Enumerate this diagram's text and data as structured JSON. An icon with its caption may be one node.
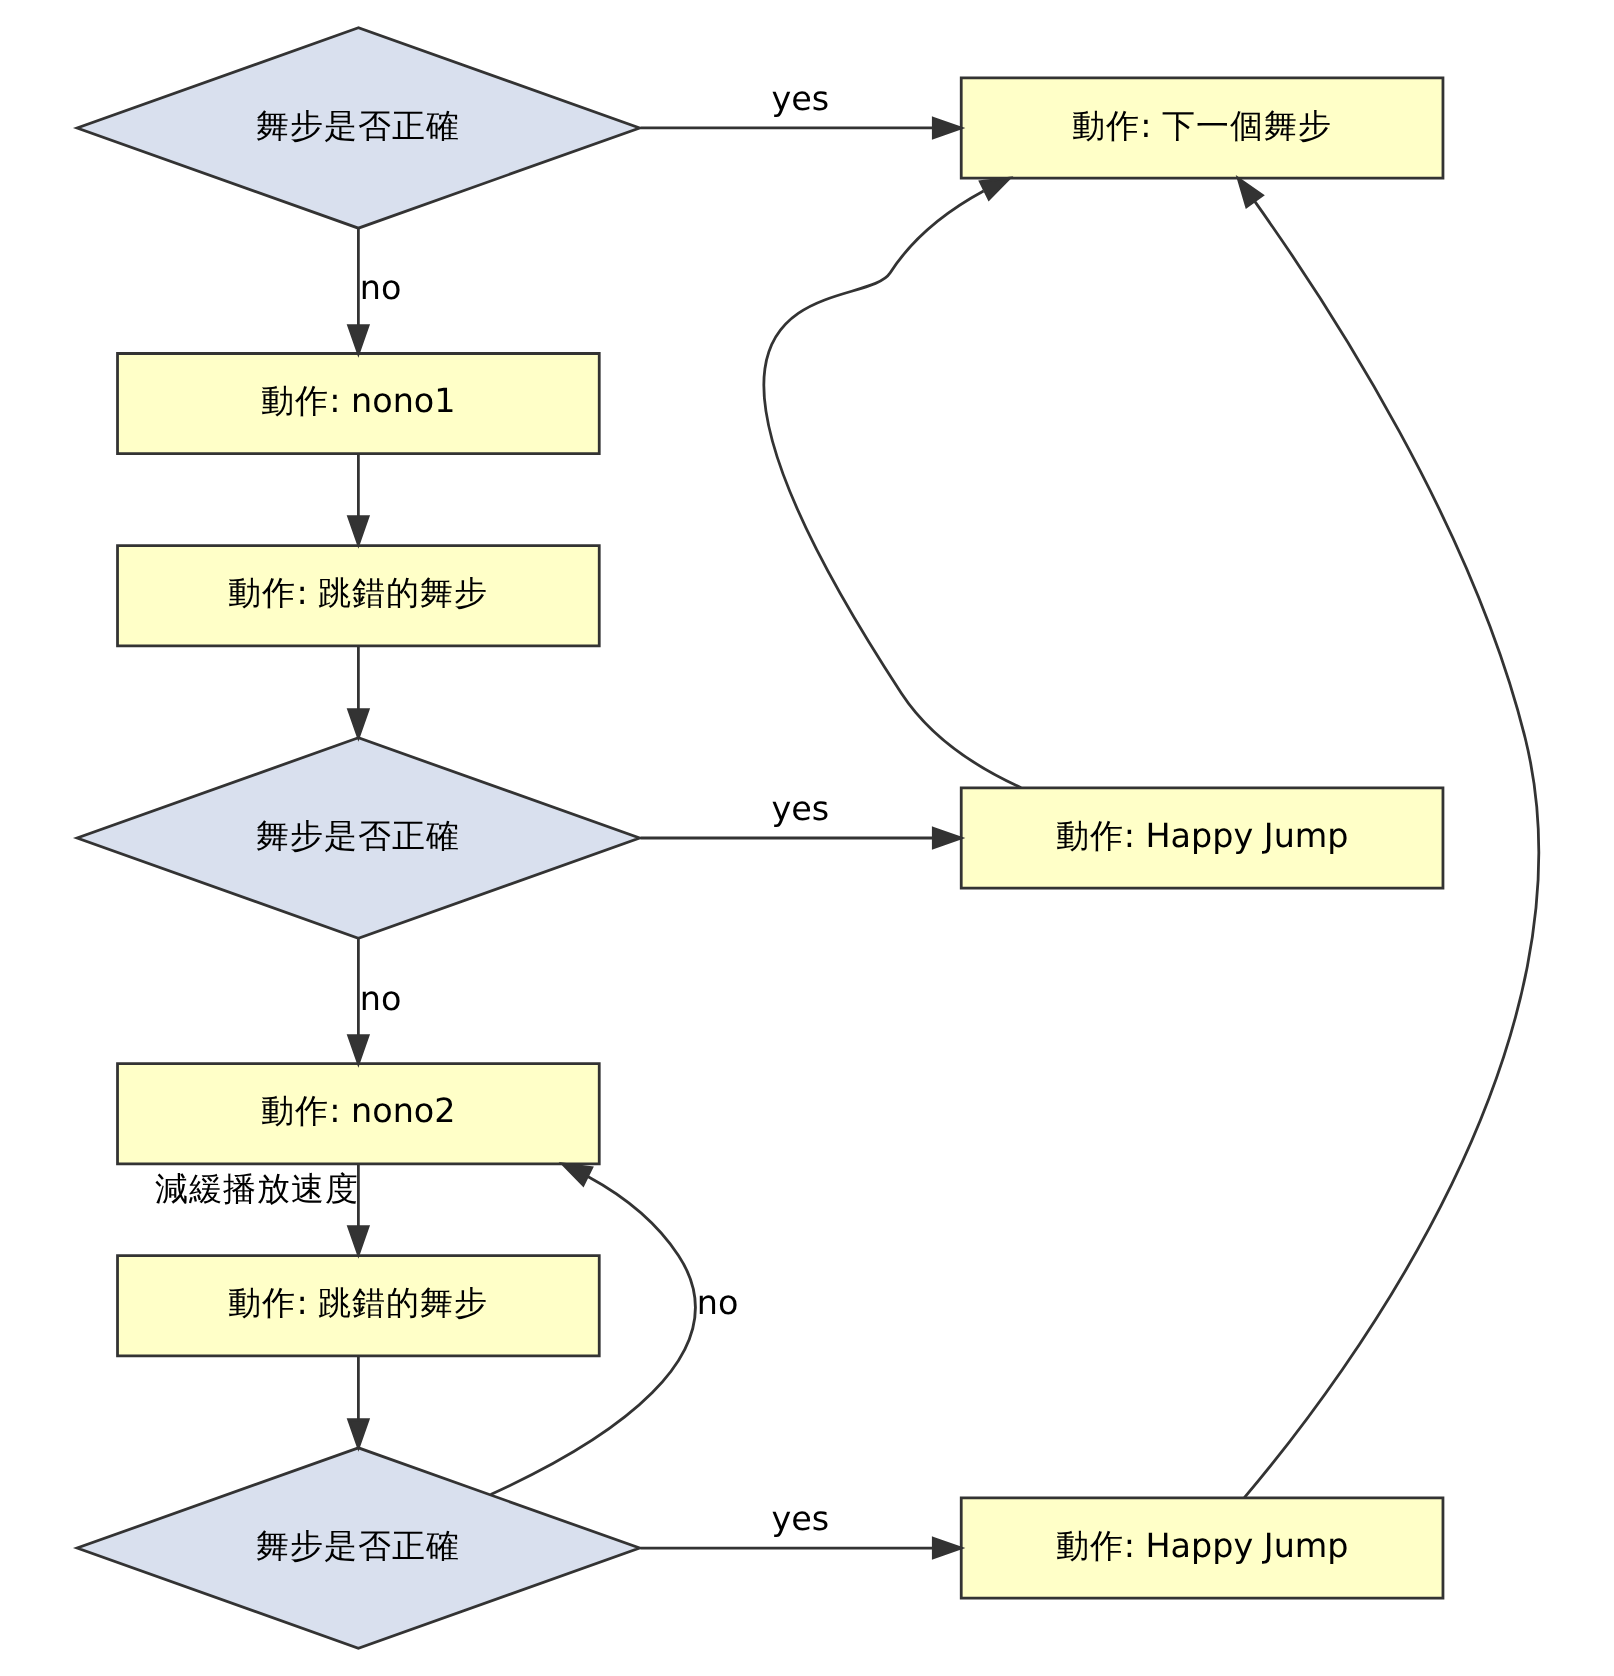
{
  "diagram": {
    "nodes": [
      {
        "text": [
          "舞步是否正確"
        ]
      },
      {
        "text": [
          "動作: 下一個舞步"
        ]
      },
      {
        "text": [
          "動作: nono1"
        ]
      },
      {
        "text": [
          "動作: 跳錯的舞步"
        ]
      },
      {
        "text": [
          "舞步是否正確"
        ]
      },
      {
        "text": [
          "動作: Happy Jump"
        ]
      },
      {
        "text": [
          "動作: nono2"
        ]
      },
      {
        "text": [
          "動作: 跳錯的舞步"
        ]
      },
      {
        "text": [
          "舞步是否正確"
        ]
      },
      {
        "text": [
          "動作: Happy Jump"
        ]
      }
    ],
    "edges": [
      {
        "from": 0,
        "to": 1,
        "arrow": "to",
        "label": "yes"
      },
      {
        "from": 0,
        "to": 2,
        "arrow": "to",
        "label": "no"
      },
      {
        "from": 2,
        "to": 3,
        "arrow": "to"
      },
      {
        "from": 3,
        "to": 4,
        "arrow": "to"
      },
      {
        "from": 4,
        "to": 5,
        "arrow": "to",
        "label": "yes"
      },
      {
        "from": 4,
        "to": 6,
        "arrow": "to",
        "label": "no"
      },
      {
        "from": 6,
        "to": 7,
        "arrow": "to",
        "label": "減緩播放速度"
      },
      {
        "from": 7,
        "to": 8,
        "arrow": "to"
      },
      {
        "from": 8,
        "to": 9,
        "arrow": "to",
        "label": "yes"
      },
      {
        "from": 8,
        "to": 6,
        "arrow": "to",
        "label": "no"
      },
      {
        "from": 5,
        "to": 1,
        "arrow": "to"
      },
      {
        "from": 9,
        "to": 1,
        "arrow": "to"
      }
    ]
  }
}
